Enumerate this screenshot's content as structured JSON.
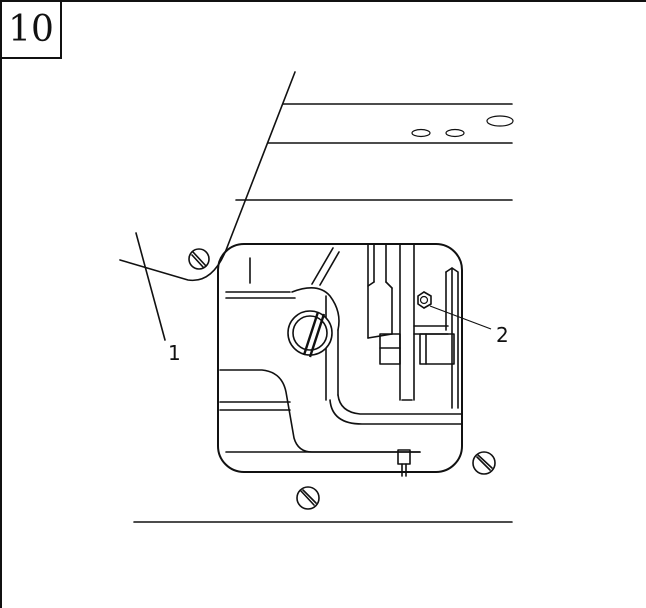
{
  "figure": {
    "number": "10"
  },
  "callouts": [
    {
      "id": "callout-1",
      "label": "1"
    },
    {
      "id": "callout-2",
      "label": "2"
    }
  ],
  "icons": [
    "screw-icon",
    "nut-icon"
  ]
}
